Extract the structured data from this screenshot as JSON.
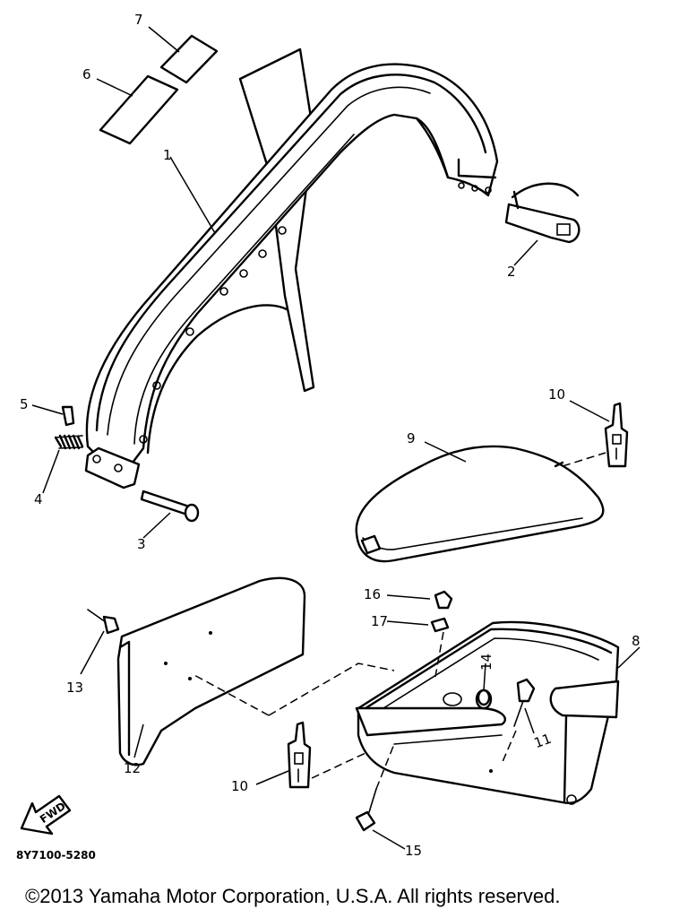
{
  "parts": {
    "p1": "1",
    "p2": "2",
    "p3": "3",
    "p4": "4",
    "p5": "5",
    "p6": "6",
    "p7": "7",
    "p8": "8",
    "p9": "9",
    "p10a": "10",
    "p10b": "10",
    "p11": "11",
    "p12": "12",
    "p13": "13",
    "p14": "14",
    "p15": "15",
    "p16": "16",
    "p17": "17"
  },
  "fwd_label": "FWD",
  "diagram_code": "8Y7100-5280",
  "copyright": "©2013 Yamaha Motor Corporation, U.S.A. All rights reserved."
}
